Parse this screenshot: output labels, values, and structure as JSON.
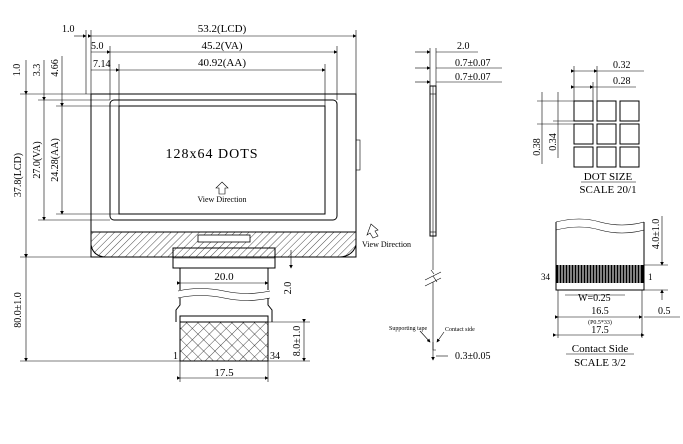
{
  "lcd": {
    "width_lcd": "53.2(LCD)",
    "width_va": "45.2(VA)",
    "width_aa": "40.92(AA)",
    "edge_1_0": "1.0",
    "edge_5_0": "5.0",
    "edge_7_14": "7.14",
    "height_lcd": "37.8(LCD)",
    "height_va": "27.0(VA)",
    "height_aa": "24.28(AA)",
    "top_1_0": "1.0",
    "top_3_3": "3.3",
    "top_4_66": "4.66",
    "dots_label": "128x64 DOTS",
    "view_direction": "View Direction"
  },
  "fpc": {
    "width_20": "20.0",
    "offset_2_0": "2.0",
    "length": "80.0±1.0",
    "tail_8_0": "8.0±1.0",
    "tail_width": "17.5",
    "pin_1": "1",
    "pin_34": "34"
  },
  "side_view": {
    "total_2_0": "2.0",
    "glass_top": "0.7±0.07",
    "glass_bottom": "0.7±0.07",
    "view_direction": "View Direction",
    "supporting_tape": "Supporting tape",
    "contact_side": "Contact side",
    "thickness": "0.3±0.05"
  },
  "dot_size": {
    "pitch_w": "0.32",
    "dot_w": "0.28",
    "pitch_h": "0.38",
    "dot_h": "0.34",
    "title": "DOT SIZE",
    "scale": "SCALE 20/1"
  },
  "contact_side": {
    "len_4_0": "4.0±1.0",
    "pin_34": "34",
    "pin_1": "1",
    "w_label": "W=0.25",
    "span_16_5": "16.5",
    "pitch_note": "(P0.5*33)",
    "width_17_5": "17.5",
    "edge_0_5": "0.5",
    "title": "Contact Side",
    "scale": "SCALE 3/2"
  }
}
